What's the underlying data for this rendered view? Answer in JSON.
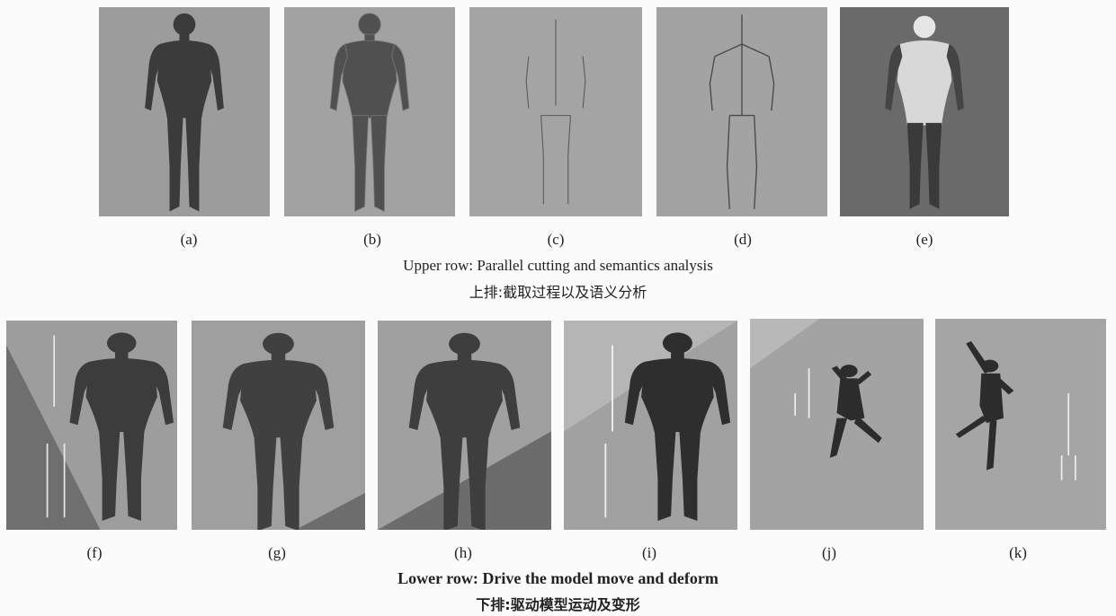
{
  "panels": {
    "a": {
      "label": "(a)"
    },
    "b": {
      "label": "(b)"
    },
    "c": {
      "label": "(c)"
    },
    "d": {
      "label": "(d)"
    },
    "e": {
      "label": "(e)"
    },
    "f": {
      "label": "(f)"
    },
    "g": {
      "label": "(g)"
    },
    "h": {
      "label": "(h)"
    },
    "i": {
      "label": "(i)"
    },
    "j": {
      "label": "(j)"
    },
    "k": {
      "label": "(k)"
    }
  },
  "captions": {
    "upper_en": "Upper row: Parallel cutting and semantics analysis",
    "upper_zh": "上排:截取过程以及语义分析",
    "lower_en": "Lower row: Drive the model move and deform",
    "lower_zh": "下排:驱动模型运动及变形"
  },
  "colors": {
    "panel_bg": "#9a9a9a",
    "figure_dark": "#3a3a3a",
    "skeleton": "#4a4a4a",
    "page_bg": "#fbfbfb"
  }
}
